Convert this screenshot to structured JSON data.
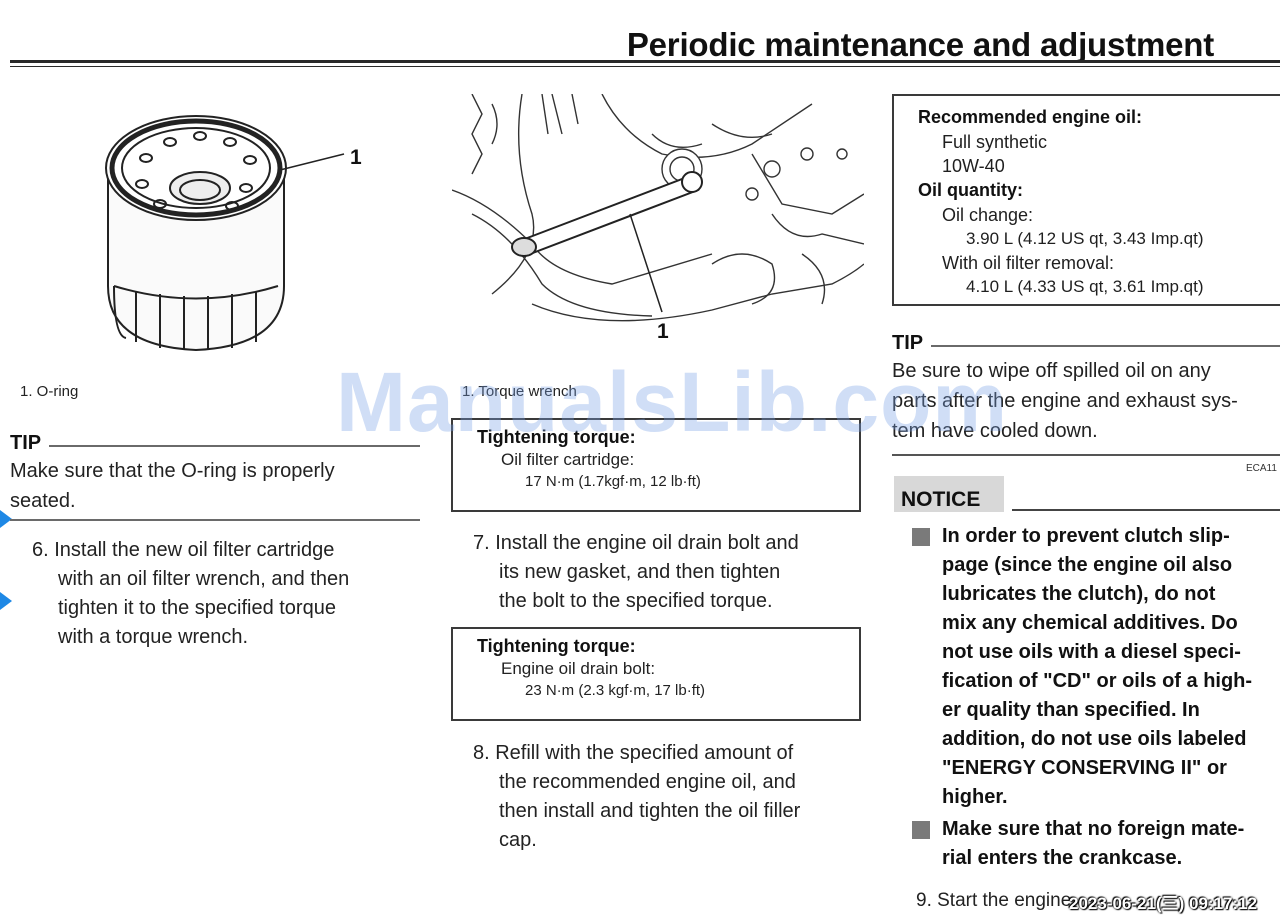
{
  "header": {
    "title": "Periodic maintenance and adjustment"
  },
  "figure_left": {
    "callout": "1",
    "caption": "1. O-ring"
  },
  "figure_right": {
    "callout": "1",
    "caption": "1. Torque wrench"
  },
  "tip_left": {
    "heading": "TIP",
    "lines": [
      "Make sure that the O-ring is properly",
      "seated."
    ]
  },
  "step6": {
    "lines": [
      "6. Install the new oil filter cartridge",
      "with an oil filter wrench, and then",
      "tighten it to the specified torque",
      "with a torque wrench."
    ]
  },
  "torque1": {
    "title": "Tightening torque:",
    "item": "Oil filter cartridge:",
    "value": "17 N·m (1.7kgf·m, 12 lb·ft)"
  },
  "step7": {
    "lines": [
      "7. Install the engine oil drain bolt and",
      "its new gasket, and then tighten",
      "the bolt to the specified torque."
    ]
  },
  "torque2": {
    "title": "Tightening torque:",
    "item": "Engine oil drain bolt:",
    "value": "23 N·m (2.3 kgf·m, 17 lb·ft)"
  },
  "step8": {
    "lines": [
      "8. Refill with the specified amount of",
      "the recommended engine oil, and",
      "then install and tighten the oil filler",
      "cap."
    ]
  },
  "oil_box": {
    "rec_title": "Recommended engine oil:",
    "rec_type": "Full synthetic",
    "rec_grade": "10W-40",
    "qty_title": "Oil quantity:",
    "change_label": "Oil change:",
    "change_value": "3.90 L (4.12 US qt, 3.43 Imp.qt)",
    "filter_label": "With oil filter removal:",
    "filter_value": "4.10 L (4.33 US qt, 3.61 Imp.qt)"
  },
  "tip_right": {
    "heading": "TIP",
    "lines": [
      "Be sure to wipe off spilled oil on any",
      "parts after the engine and exhaust sys-",
      "tem have cooled down."
    ]
  },
  "notice": {
    "code": "ECA11",
    "label": "NOTICE",
    "item1_lines": [
      "In order to prevent clutch slip-",
      "page (since the engine oil also",
      "lubricates the clutch), do not",
      "mix any chemical additives. Do",
      "not use oils with a diesel speci-",
      "fication of \"CD\" or oils of a high-",
      "er quality than specified. In",
      "addition, do not use oils labeled",
      "\"ENERGY CONSERVING II\" or",
      "higher."
    ],
    "item2_lines": [
      "Make sure that no foreign mate-",
      "rial enters the crankcase."
    ]
  },
  "step9": {
    "partial": "9. Start the engine"
  },
  "watermark": "ManualsLib.com",
  "timestamp": "2023-06-21(三) 09:17:12",
  "colors": {
    "watermark": "#78a0e6",
    "edge_marker": "#1e88e5"
  }
}
